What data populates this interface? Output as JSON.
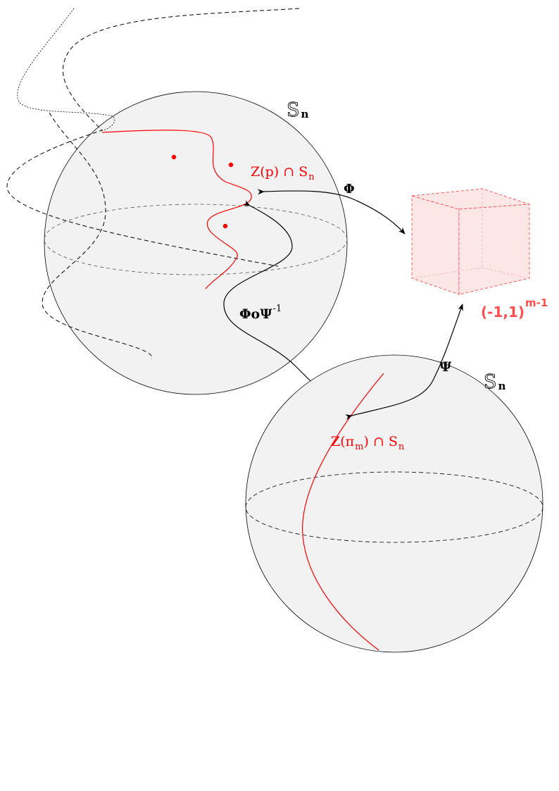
{
  "labels": {
    "sphere_top": "S",
    "sphere_top_sub": "n",
    "sphere_bottom": "S",
    "sphere_bottom_sub": "n",
    "zero_set_p": "Z(p) ∩ S",
    "zero_set_p_sub": "n",
    "zero_set_pi": "Z(π",
    "zero_set_pi_sub": "m",
    "zero_set_pi_rest": ") ∩ S",
    "zero_set_pi_sub2": "n",
    "phi": "Φ",
    "psi": "Ψ",
    "composite": "ΦoΨ",
    "composite_sup": "-1",
    "cube_label": "(-1,1)",
    "cube_label_sup": "m-1"
  },
  "colors": {
    "sphere_fill": "#f2f2f2",
    "red": "#ff0000",
    "cube_fill": "#fde6e6",
    "cube_edge": "#ff5a5a",
    "ink": "#000000"
  }
}
